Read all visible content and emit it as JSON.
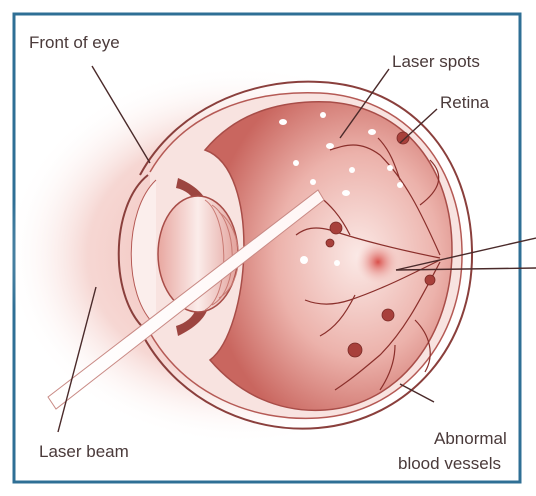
{
  "diagram": {
    "labels": {
      "front_of_eye": "Front of eye",
      "laser_spots": "Laser spots",
      "retina": "Retina",
      "laser_beam": "Laser beam",
      "abnormal_line1": "Abnormal",
      "abnormal_line2": "blood vessels"
    },
    "colors": {
      "frame": "#2f6f95",
      "tissue": "#d98a84",
      "tissue_dark": "#b55a55",
      "outline": "#8a3f3c",
      "background_glow": "#f3d0cc",
      "label_text": "#4a3a3a"
    }
  }
}
